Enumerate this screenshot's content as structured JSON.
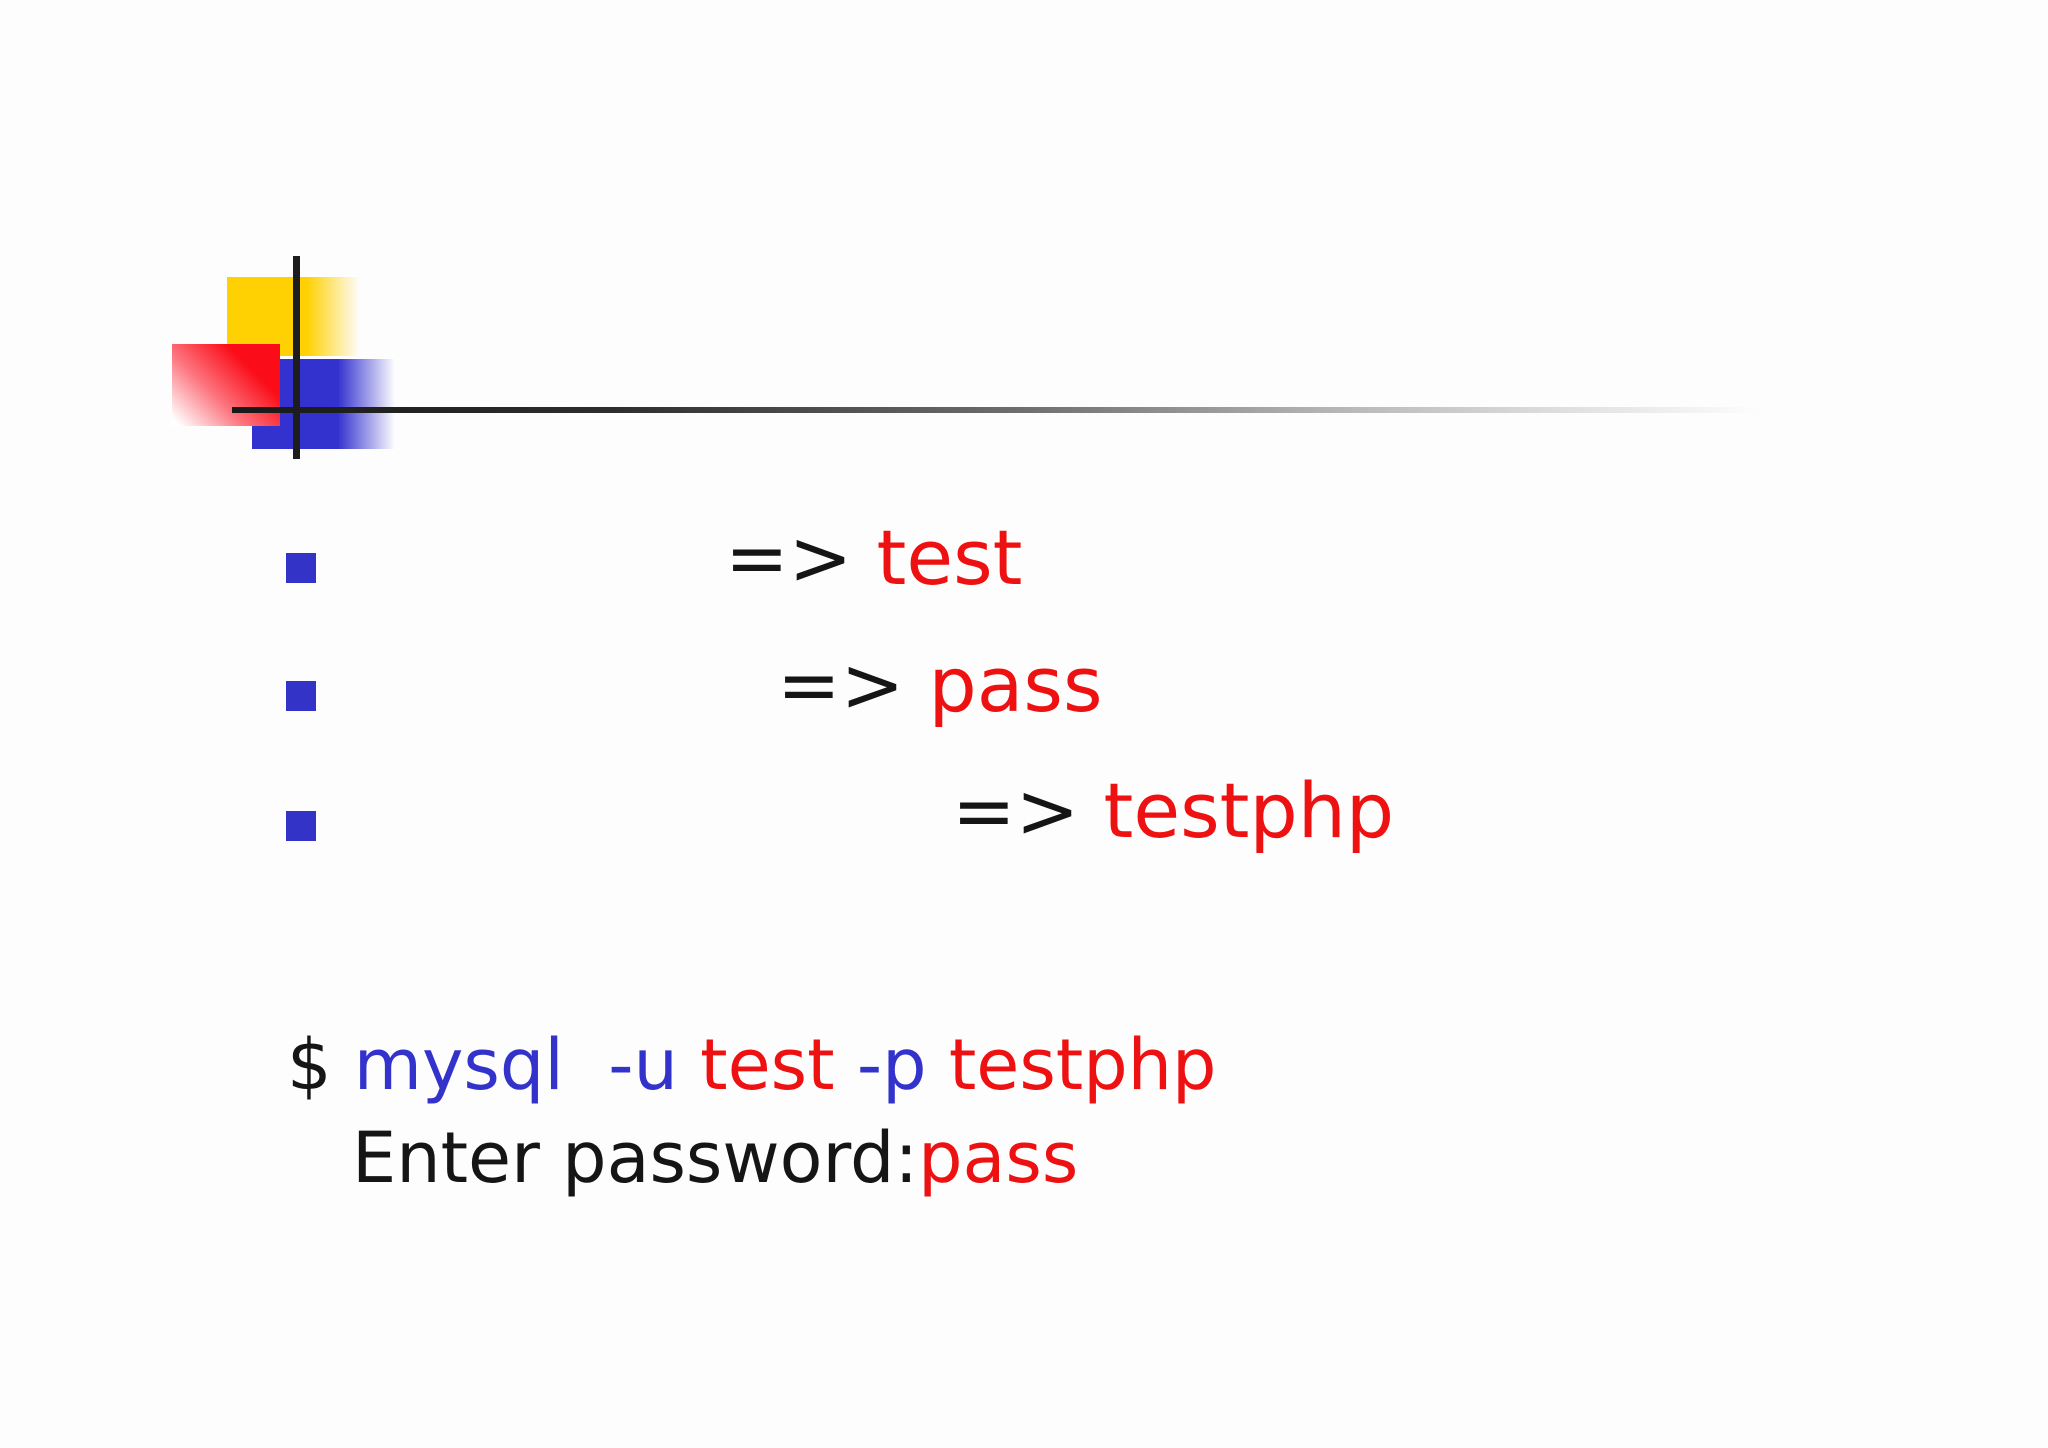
{
  "colors": {
    "red": "#ee1111",
    "blue": "#3333cc",
    "black": "#151515",
    "bullet_blue": "#3433c8",
    "deco_yellow": "#ffd102",
    "deco_red": "#fa0d18",
    "deco_blue": "#3432cf",
    "line_dark": "#1d1d1d"
  },
  "bullets": [
    {
      "arrow": "=> ",
      "value": "test"
    },
    {
      "arrow": "=> ",
      "value": "pass"
    },
    {
      "arrow": "=> ",
      "value": "testphp"
    }
  ],
  "terminal": {
    "command": [
      {
        "text": "$ ",
        "color": "black"
      },
      {
        "text": "mysql",
        "color": "blue"
      },
      {
        "text": "  ",
        "color": "black"
      },
      {
        "text": "-u ",
        "color": "blue"
      },
      {
        "text": "test ",
        "color": "red"
      },
      {
        "text": "-p",
        "color": "blue"
      },
      {
        "text": " ",
        "color": "black"
      },
      {
        "text": "testphp",
        "color": "red"
      }
    ],
    "response": [
      {
        "text": "Enter password:",
        "color": "black"
      },
      {
        "text": "pass",
        "color": "red"
      }
    ]
  }
}
